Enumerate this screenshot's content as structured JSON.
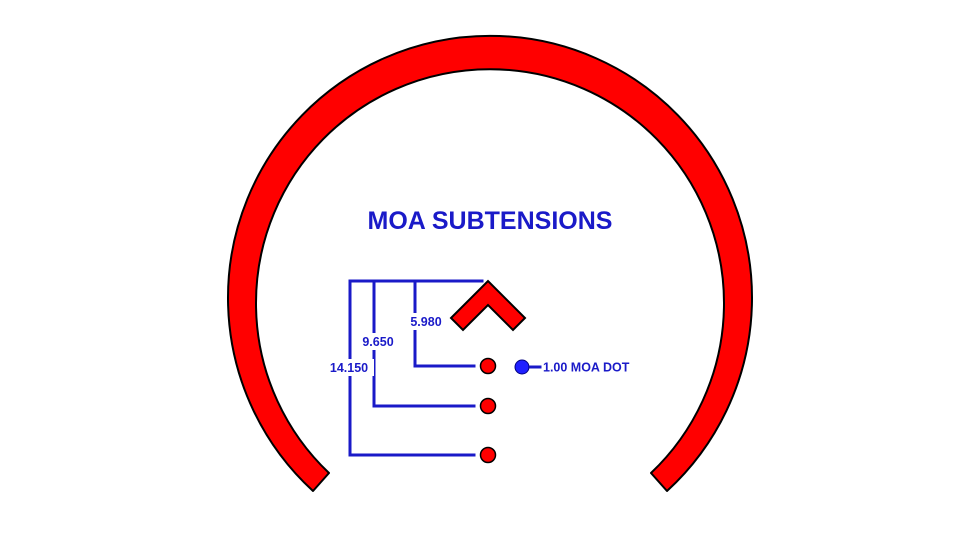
{
  "title": "MOA SUBTENSIONS",
  "colors": {
    "reticle_red": "#ff0000",
    "outline": "#000000",
    "dimension_blue": "#1a1ac8",
    "dot_blue": "#1f1fff",
    "background": "#ffffff"
  },
  "subtensions": [
    {
      "label": "5.980",
      "value": 5.98
    },
    {
      "label": "9.650",
      "value": 9.65
    },
    {
      "label": "14.150",
      "value": 14.15
    }
  ],
  "dot_label": "1.00 MOA DOT",
  "dot_size_moa": 1.0,
  "icons": {
    "horseshoe": "horseshoe-ring-icon",
    "chevron": "chevron-up-icon",
    "holdover_dot": "holdover-dot-icon",
    "reference_dot": "reference-dot-icon"
  }
}
